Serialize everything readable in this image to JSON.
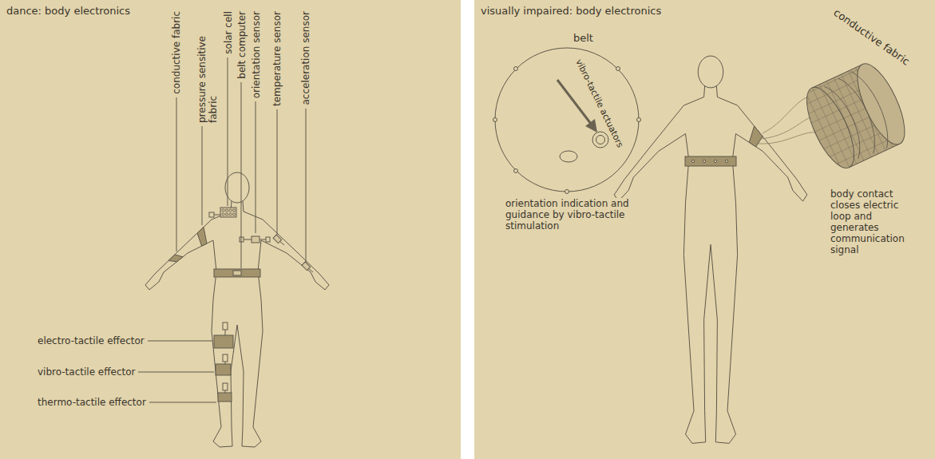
{
  "diagram": {
    "labels": [
      "dance: body electronics",
      "conductive fabric",
      "pressure sensitive fabric",
      "solar cell",
      "belt computer",
      "orientation sensor",
      "temperature sensor",
      "acceleration sensor",
      "electro-tactile effector",
      "vibro-tactile effector",
      "thermo-tactile effector",
      "visually impaired: body electronics",
      "belt",
      "vibro-tactile actuators",
      "conductive fabric",
      "orientation indication and guidance by vibro-tactile stimulation",
      "body contact closes electric loop and generates communication signal"
    ]
  }
}
